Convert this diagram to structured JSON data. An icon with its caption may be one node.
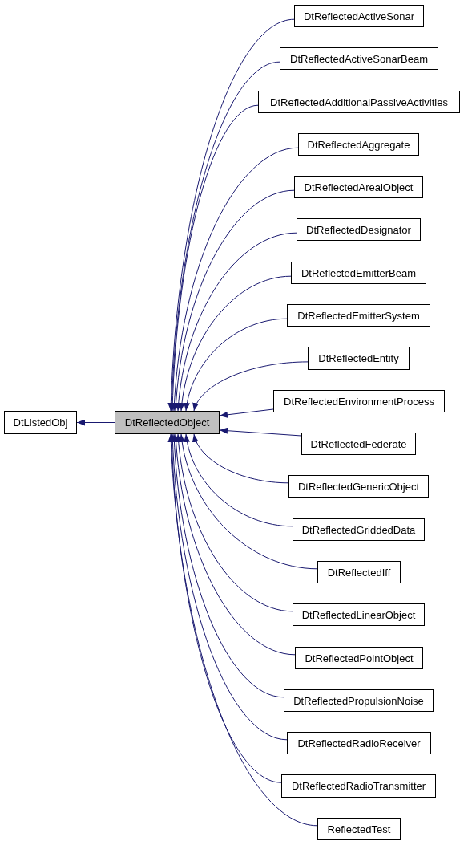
{
  "diagram": {
    "nodes": [
      {
        "text": [
          "DtListedObj"
        ]
      },
      {
        "text": [
          "DtReflectedObject"
        ]
      },
      {
        "text": [
          "DtReflectedActiveSonar"
        ]
      },
      {
        "text": [
          "DtReflectedActiveSonarBeam"
        ]
      },
      {
        "text": [
          "DtReflectedAdditionalPassiveActivities"
        ]
      },
      {
        "text": [
          "DtReflectedAggregate"
        ]
      },
      {
        "text": [
          "DtReflectedArealObject"
        ]
      },
      {
        "text": [
          "DtReflectedDesignator"
        ]
      },
      {
        "text": [
          "DtReflectedEmitterBeam"
        ]
      },
      {
        "text": [
          "DtReflectedEmitterSystem"
        ]
      },
      {
        "text": [
          "DtReflectedEntity"
        ]
      },
      {
        "text": [
          "DtReflectedEnvironmentProcess"
        ]
      },
      {
        "text": [
          "DtReflectedFederate"
        ]
      },
      {
        "text": [
          "DtReflectedGenericObject"
        ]
      },
      {
        "text": [
          "DtReflectedGriddedData"
        ]
      },
      {
        "text": [
          "DtReflectedIff"
        ]
      },
      {
        "text": [
          "DtReflectedLinearObject"
        ]
      },
      {
        "text": [
          "DtReflectedPointObject"
        ]
      },
      {
        "text": [
          "DtReflectedPropulsionNoise"
        ]
      },
      {
        "text": [
          "DtReflectedRadioReceiver"
        ]
      },
      {
        "text": [
          "DtReflectedRadioTransmitter"
        ]
      },
      {
        "text": [
          "ReflectedTest"
        ]
      }
    ],
    "edges": [
      {
        "from": 1,
        "to": 0,
        "arrow": "to"
      },
      {
        "from": 2,
        "to": 1,
        "arrow": "to"
      },
      {
        "from": 3,
        "to": 1,
        "arrow": "to"
      },
      {
        "from": 4,
        "to": 1,
        "arrow": "to"
      },
      {
        "from": 5,
        "to": 1,
        "arrow": "to"
      },
      {
        "from": 6,
        "to": 1,
        "arrow": "to"
      },
      {
        "from": 7,
        "to": 1,
        "arrow": "to"
      },
      {
        "from": 8,
        "to": 1,
        "arrow": "to"
      },
      {
        "from": 9,
        "to": 1,
        "arrow": "to"
      },
      {
        "from": 10,
        "to": 1,
        "arrow": "to"
      },
      {
        "from": 11,
        "to": 1,
        "arrow": "to"
      },
      {
        "from": 12,
        "to": 1,
        "arrow": "to"
      },
      {
        "from": 13,
        "to": 1,
        "arrow": "to"
      },
      {
        "from": 14,
        "to": 1,
        "arrow": "to"
      },
      {
        "from": 15,
        "to": 1,
        "arrow": "to"
      },
      {
        "from": 16,
        "to": 1,
        "arrow": "to"
      },
      {
        "from": 17,
        "to": 1,
        "arrow": "to"
      },
      {
        "from": 18,
        "to": 1,
        "arrow": "to"
      },
      {
        "from": 19,
        "to": 1,
        "arrow": "to"
      },
      {
        "from": 20,
        "to": 1,
        "arrow": "to"
      },
      {
        "from": 21,
        "to": 1,
        "arrow": "to"
      }
    ]
  }
}
